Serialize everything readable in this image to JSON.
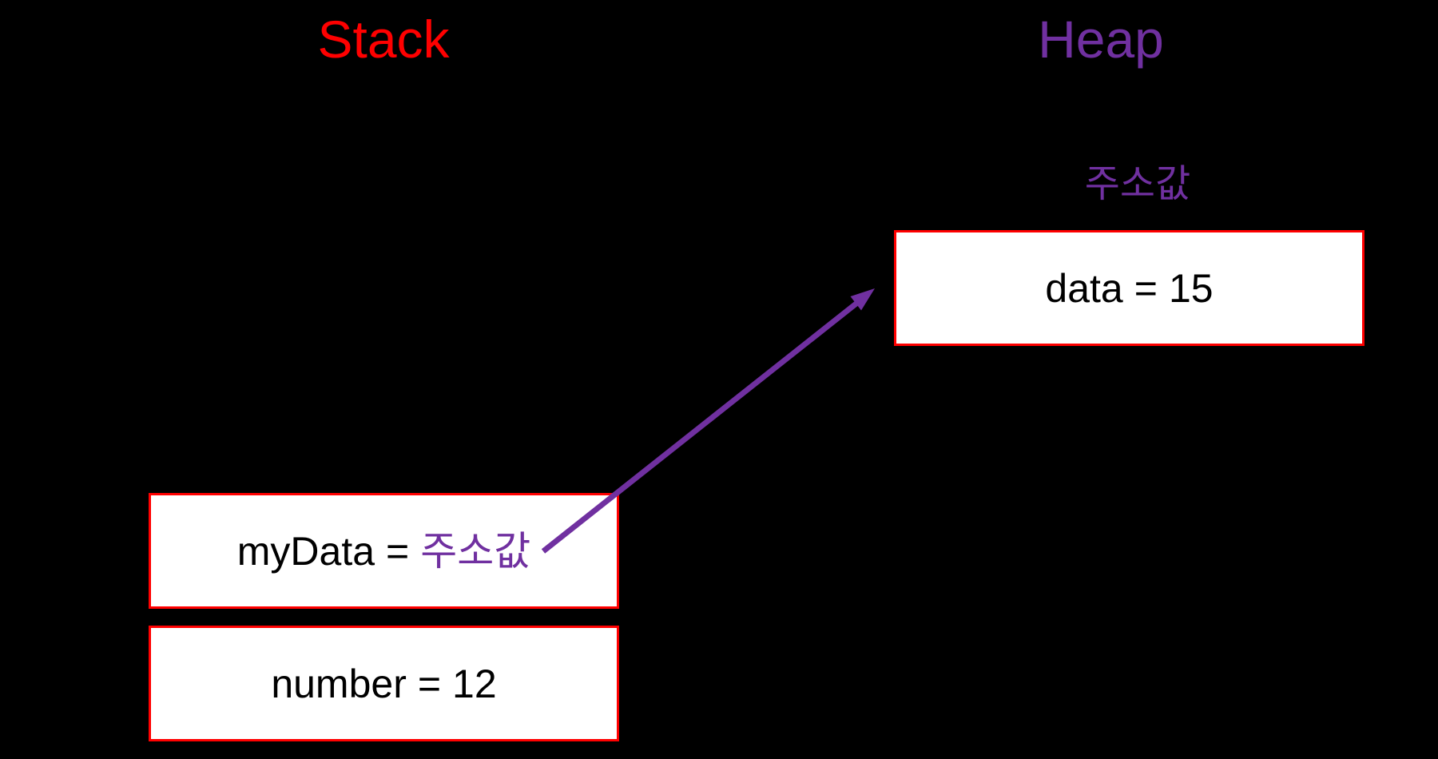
{
  "colors": {
    "background": "#000000",
    "red": "#FF0000",
    "purple": "#7030A0",
    "box_fill": "#FFFFFF",
    "box_text": "#000000"
  },
  "stack_section": {
    "title": "Stack"
  },
  "heap_section": {
    "title": "Heap",
    "address_label": "주소값"
  },
  "boxes": {
    "heap_data": {
      "name": "data",
      "equals": "=",
      "value": "15"
    },
    "mydata": {
      "name": "myData",
      "equals": "=",
      "value": "주소값"
    },
    "number": {
      "name": "number",
      "equals": "=",
      "value": "12"
    }
  }
}
